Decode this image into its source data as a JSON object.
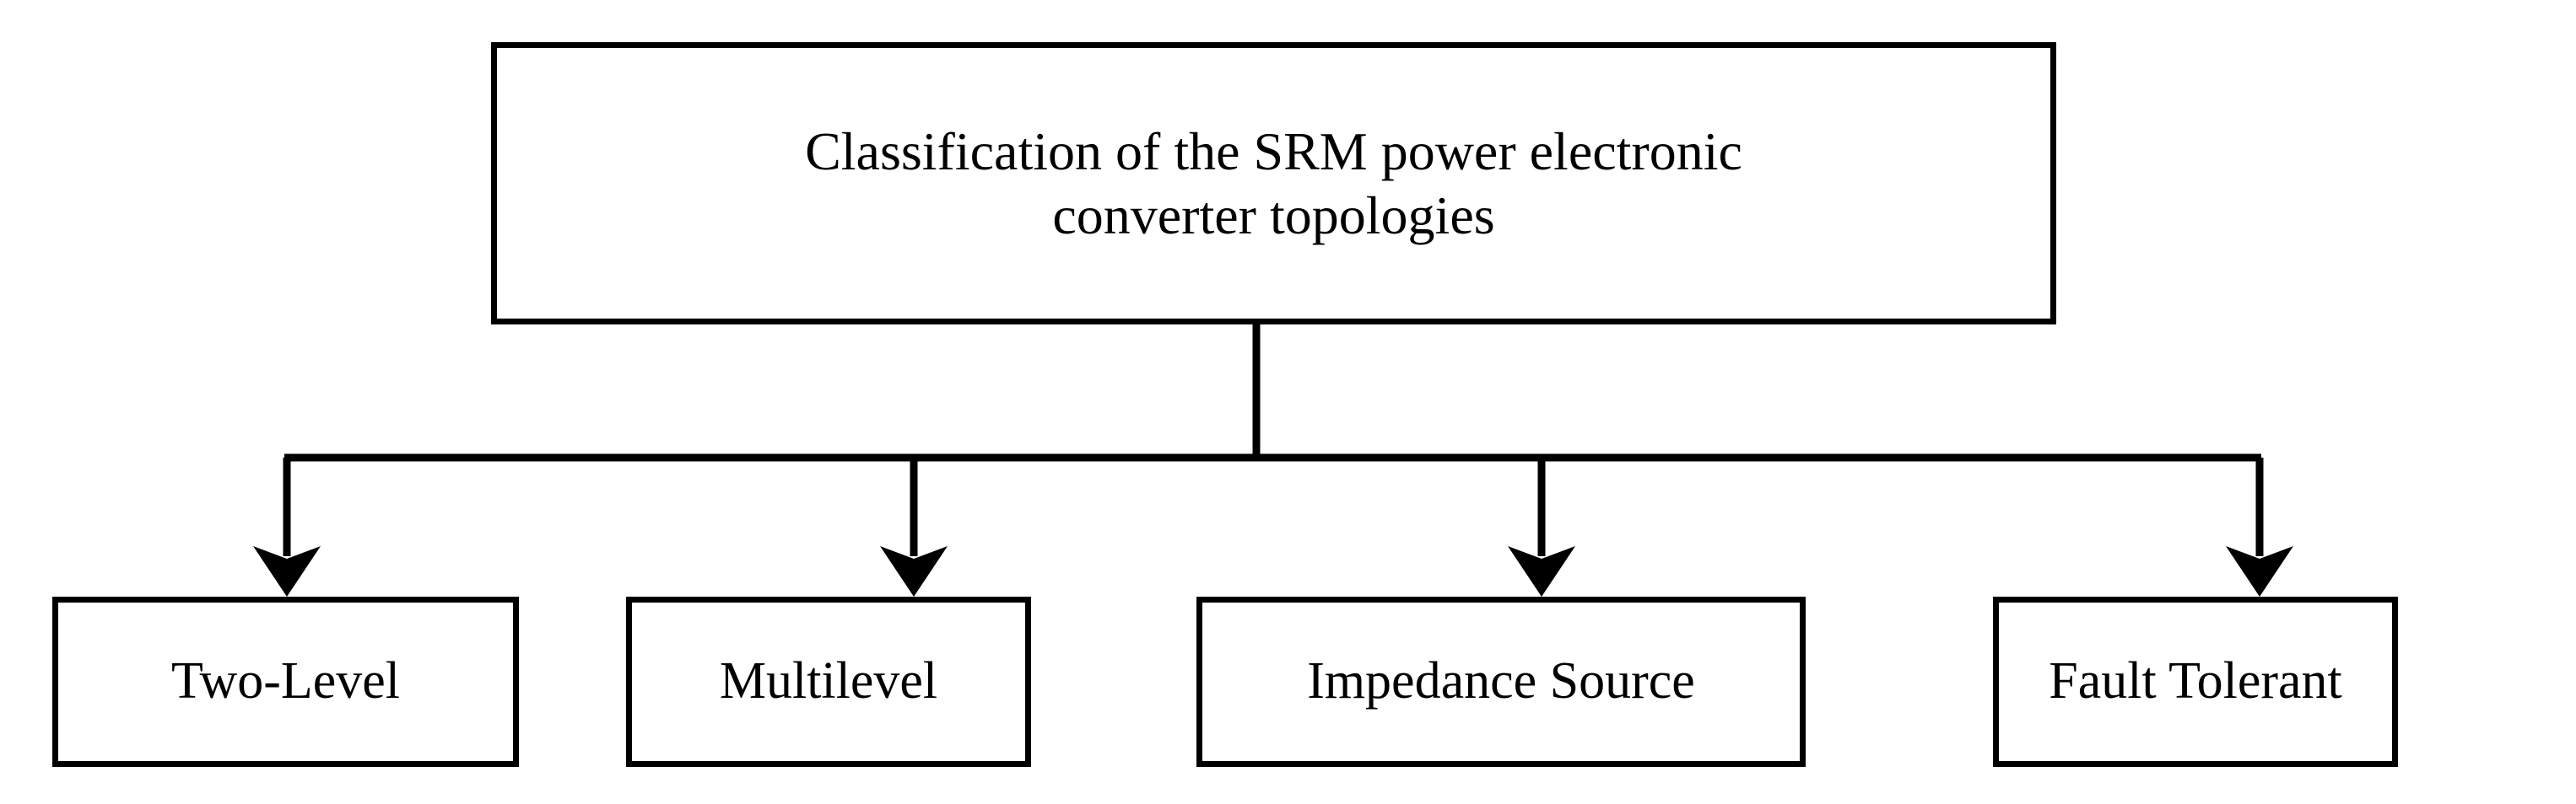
{
  "diagram": {
    "title": "Classification of the SRM power electronic converter topologies",
    "root": {
      "label": "Classification of the SRM power electronic\nconverter topologies"
    },
    "leaves": [
      {
        "label": "Two-Level"
      },
      {
        "label": "Multilevel"
      },
      {
        "label": "Impedance Source"
      },
      {
        "label": "Fault Tolerant"
      }
    ],
    "colors": {
      "stroke": "#000000",
      "fill": "#ffffff",
      "text": "#000000"
    }
  }
}
